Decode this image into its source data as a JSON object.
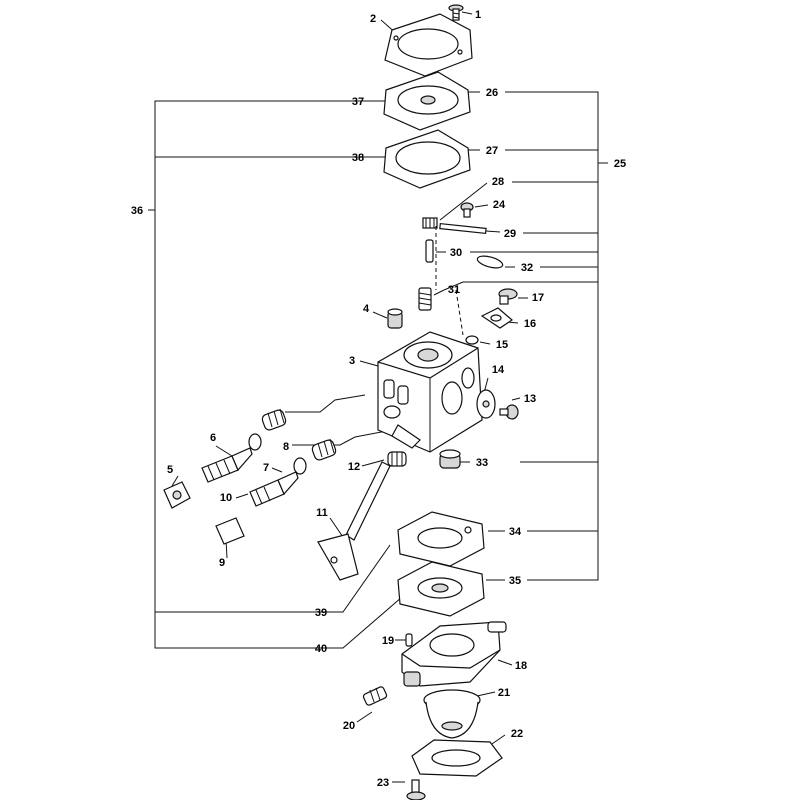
{
  "labels": {
    "p1": "1",
    "p2": "2",
    "p3": "3",
    "p4": "4",
    "p5": "5",
    "p6": "6",
    "p7": "7",
    "p8": "8",
    "p9": "9",
    "p10": "10",
    "p11": "11",
    "p12": "12",
    "p13": "13",
    "p14": "14",
    "p15": "15",
    "p16": "16",
    "p17": "17",
    "p18": "18",
    "p19": "19",
    "p20": "20",
    "p21": "21",
    "p22": "22",
    "p23": "23",
    "p24": "24",
    "p25": "25",
    "p26": "26",
    "p27": "27",
    "p28": "28",
    "p29": "29",
    "p30": "30",
    "p31": "31",
    "p32": "32",
    "p33": "33",
    "p34": "34",
    "p35": "35",
    "p36": "36",
    "p37": "37",
    "p38": "38",
    "p39": "39",
    "p40": "40"
  }
}
